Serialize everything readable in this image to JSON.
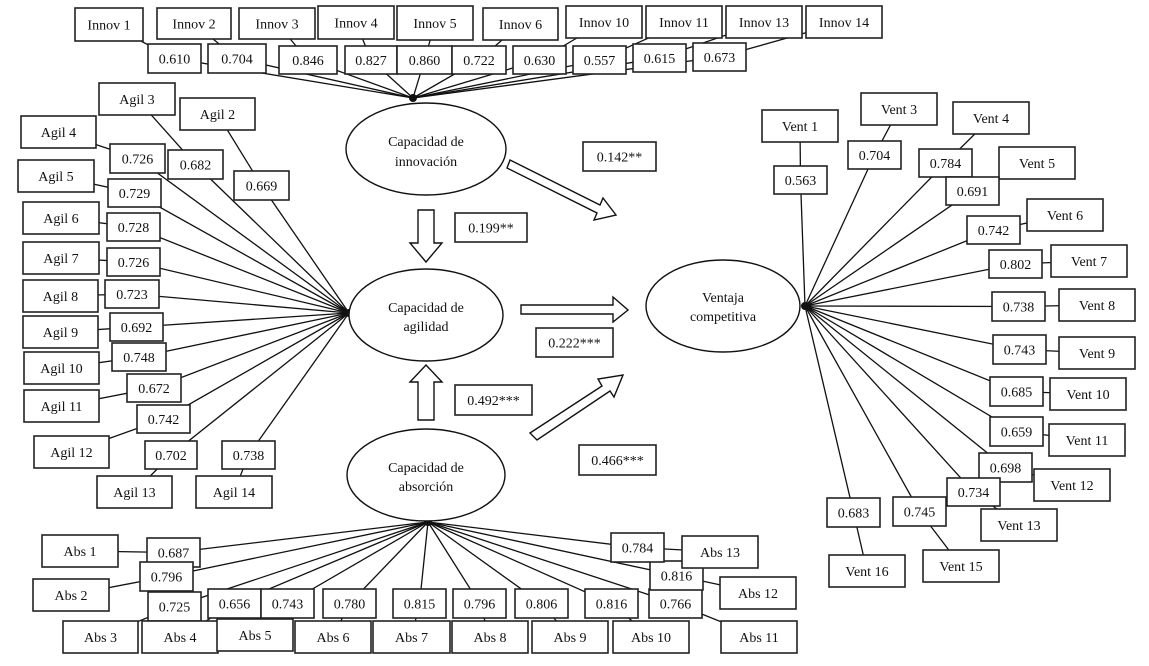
{
  "title": "Structural equation model: innovation, agility and absorption capacities and competitive advantage",
  "constructs": {
    "innovation": "Capacidad de|innovación",
    "agility": "Capacidad de|agilidad",
    "absorption": "Capacidad de|absorción",
    "advantage": "Ventaja|competitiva"
  },
  "paths": [
    {
      "from": "innovation",
      "to": "advantage",
      "coef": "0.142**"
    },
    {
      "from": "innovation",
      "to": "agility",
      "coef": "0.199**"
    },
    {
      "from": "agility",
      "to": "advantage",
      "coef": "0.222***"
    },
    {
      "from": "absorption",
      "to": "agility",
      "coef": "0.492***"
    },
    {
      "from": "absorption",
      "to": "advantage",
      "coef": "0.466***"
    }
  ],
  "indicators": {
    "innovation": [
      {
        "label": "Innov 1",
        "loading": "0.610"
      },
      {
        "label": "Innov 2",
        "loading": "0.704"
      },
      {
        "label": "Innov 3",
        "loading": "0.846"
      },
      {
        "label": "Innov 4",
        "loading": "0.827"
      },
      {
        "label": "Innov 5",
        "loading": "0.860"
      },
      {
        "label": "Innov 6",
        "loading": "0.722"
      },
      {
        "label": "Innov 10",
        "loading": "0.630"
      },
      {
        "label": "Innov 11",
        "loading": "0.557"
      },
      {
        "label": "Innov 13",
        "loading": "0.615"
      },
      {
        "label": "Innov 14",
        "loading": "0.673"
      }
    ],
    "agility": [
      {
        "label": "Agil 2",
        "loading": "0.669"
      },
      {
        "label": "Agil 3",
        "loading": "0.682"
      },
      {
        "label": "Agil 4",
        "loading": "0.726"
      },
      {
        "label": "Agil 5",
        "loading": "0.729"
      },
      {
        "label": "Agil 6",
        "loading": "0.728"
      },
      {
        "label": "Agil 7",
        "loading": "0.726"
      },
      {
        "label": "Agil 8",
        "loading": "0.723"
      },
      {
        "label": "Agil 9",
        "loading": "0.692"
      },
      {
        "label": "Agil 10",
        "loading": "0.748"
      },
      {
        "label": "Agil 11",
        "loading": "0.672"
      },
      {
        "label": "Agil 12",
        "loading": "0.742"
      },
      {
        "label": "Agil 13",
        "loading": "0.702"
      },
      {
        "label": "Agil 14",
        "loading": "0.738"
      }
    ],
    "advantage": [
      {
        "label": "Vent 1",
        "loading": "0.563"
      },
      {
        "label": "Vent 3",
        "loading": "0.704"
      },
      {
        "label": "Vent 4",
        "loading": "0.784"
      },
      {
        "label": "Vent 5",
        "loading": "0.691"
      },
      {
        "label": "Vent 6",
        "loading": "0.742"
      },
      {
        "label": "Vent 7",
        "loading": "0.802"
      },
      {
        "label": "Vent 8",
        "loading": "0.738"
      },
      {
        "label": "Vent 9",
        "loading": "0.743"
      },
      {
        "label": "Vent 10",
        "loading": "0.685"
      },
      {
        "label": "Vent 11",
        "loading": "0.659"
      },
      {
        "label": "Vent 12",
        "loading": "0.698"
      },
      {
        "label": "Vent 13",
        "loading": "0.734"
      },
      {
        "label": "Vent 15",
        "loading": "0.745"
      },
      {
        "label": "Vent 16",
        "loading": "0.683"
      }
    ],
    "absorption": [
      {
        "label": "Abs 1",
        "loading": "0.687"
      },
      {
        "label": "Abs 2",
        "loading": "0.796"
      },
      {
        "label": "Abs 3",
        "loading": "0.725"
      },
      {
        "label": "Abs 4",
        "loading": "0.656"
      },
      {
        "label": "Abs 5",
        "loading": "0.743"
      },
      {
        "label": "Abs 6",
        "loading": "0.780"
      },
      {
        "label": "Abs 7",
        "loading": "0.815"
      },
      {
        "label": "Abs 8",
        "loading": "0.796"
      },
      {
        "label": "Abs 9",
        "loading": "0.806"
      },
      {
        "label": "Abs 10",
        "loading": "0.816"
      },
      {
        "label": "Abs 11",
        "loading": "0.766"
      },
      {
        "label": "Abs 12",
        "loading": "0.816"
      },
      {
        "label": "Abs 13",
        "loading": "0.784"
      }
    ]
  }
}
